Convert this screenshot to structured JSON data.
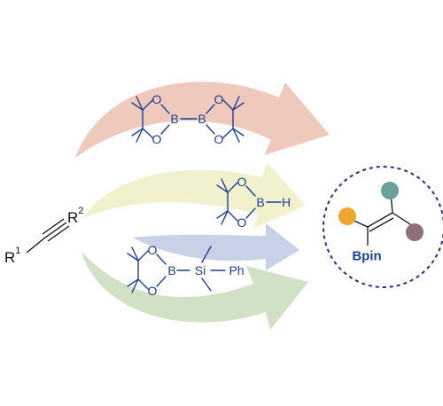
{
  "colors": {
    "arrow_top": "#e9b8a6",
    "arrow_middle": "#efeec2",
    "arrow_lower": "#b7c1de",
    "arrow_bottom": "#c4d9b6",
    "reagent_ink": "#1f3f8f",
    "circle_border": "#2a2f7e",
    "ball_orange": "#f1a531",
    "ball_teal": "#6f9e98",
    "ball_mauve": "#8f6f7b"
  },
  "alkyne": {
    "r1": "R",
    "r1_sup": "1",
    "r2": "R",
    "r2_sup": "2"
  },
  "reagents": {
    "b2pin2": {
      "o": "O",
      "b": "B"
    },
    "hbpin": {
      "o": "O",
      "b": "B",
      "h": "H"
    },
    "silylboronate": {
      "o": "O",
      "b": "B",
      "si": "Si",
      "ph": "Ph"
    }
  },
  "product": {
    "label": "Bpin"
  }
}
